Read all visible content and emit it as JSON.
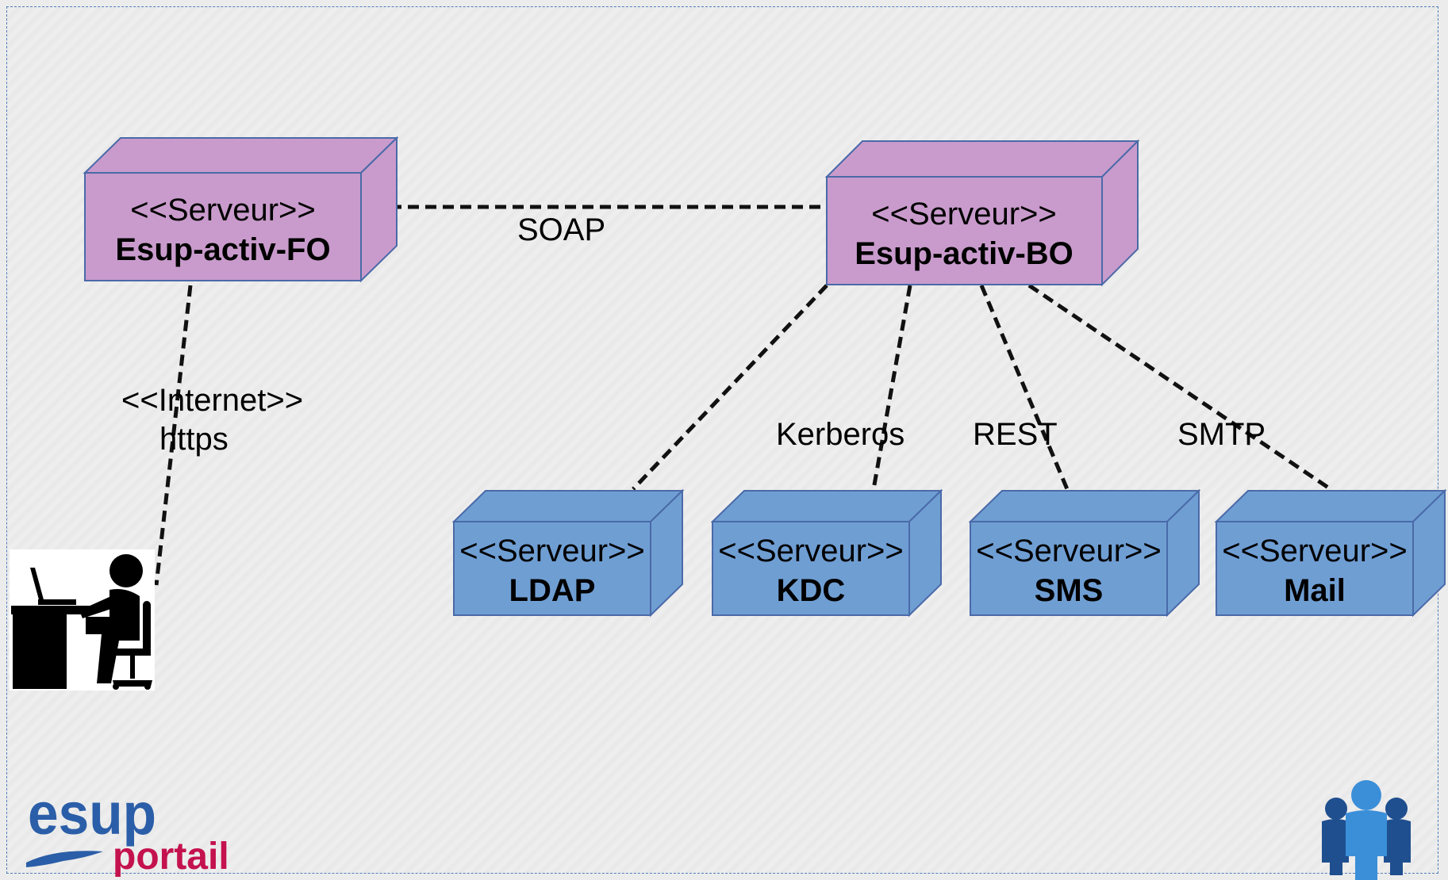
{
  "diagram": {
    "nodes": {
      "fo": {
        "stereotype": "<<Serveur>>",
        "name": "Esup-activ-FO"
      },
      "bo": {
        "stereotype": "<<Serveur>>",
        "name": "Esup-activ-BO"
      },
      "ldap": {
        "stereotype": "<<Serveur>>",
        "name": "LDAP"
      },
      "kdc": {
        "stereotype": "<<Serveur>>",
        "name": "KDC"
      },
      "sms": {
        "stereotype": "<<Serveur>>",
        "name": "SMS"
      },
      "mail": {
        "stereotype": "<<Serveur>>",
        "name": "Mail"
      }
    },
    "connections": {
      "fo_bo": "SOAP",
      "user_fo_stereotype": "<<Internet>>",
      "user_fo_protocol": "https",
      "bo_kdc": "Kerberos",
      "bo_sms": "REST",
      "bo_mail": "SMTP"
    },
    "colors": {
      "frontend_node": "#c99bcc",
      "backend_node": "#6f9ed3",
      "node_border": "#4a6aa8"
    }
  },
  "logo": {
    "top": "esup",
    "bottom": "portail"
  }
}
